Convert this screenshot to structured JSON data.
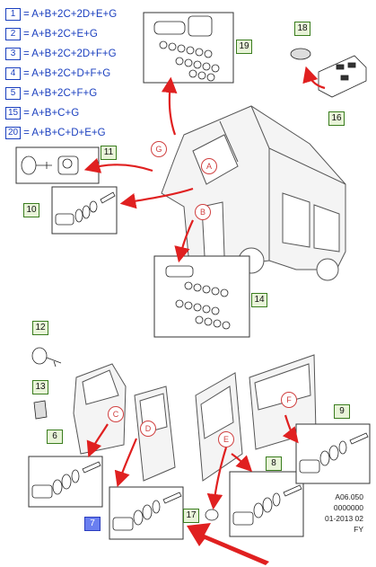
{
  "legend": [
    {
      "num": "1",
      "formula": "= A+B+2C+2D+E+G"
    },
    {
      "num": "2",
      "formula": "= A+B+2C+E+G"
    },
    {
      "num": "3",
      "formula": "= A+B+2C+2D+F+G"
    },
    {
      "num": "4",
      "formula": "= A+B+2C+D+F+G"
    },
    {
      "num": "5",
      "formula": "= A+B+2C+F+G"
    },
    {
      "num": "15",
      "formula": "= A+B+C+G"
    },
    {
      "num": "20",
      "formula": "= A+B+C+D+E+G"
    }
  ],
  "callouts": {
    "c6": "6",
    "c7": "7",
    "c8": "8",
    "c9": "9",
    "c10": "10",
    "c11": "11",
    "c12": "12",
    "c13": "13",
    "c14": "14",
    "c16": "16",
    "c17": "17",
    "c18": "18",
    "c19": "19"
  },
  "location_labels": {
    "a": "A",
    "b": "B",
    "c": "C",
    "d": "D",
    "e": "E",
    "f": "F",
    "g": "G"
  },
  "footer": {
    "line1": "A06.050",
    "line2": "0000000",
    "line3": "01-2013 02",
    "line4": "FY"
  },
  "colors": {
    "legend_blue": "#1a3fbf",
    "callout_green": "#3a7d1e",
    "arrow_red": "#e02020",
    "highlight_blue": "#6a7ff0"
  }
}
